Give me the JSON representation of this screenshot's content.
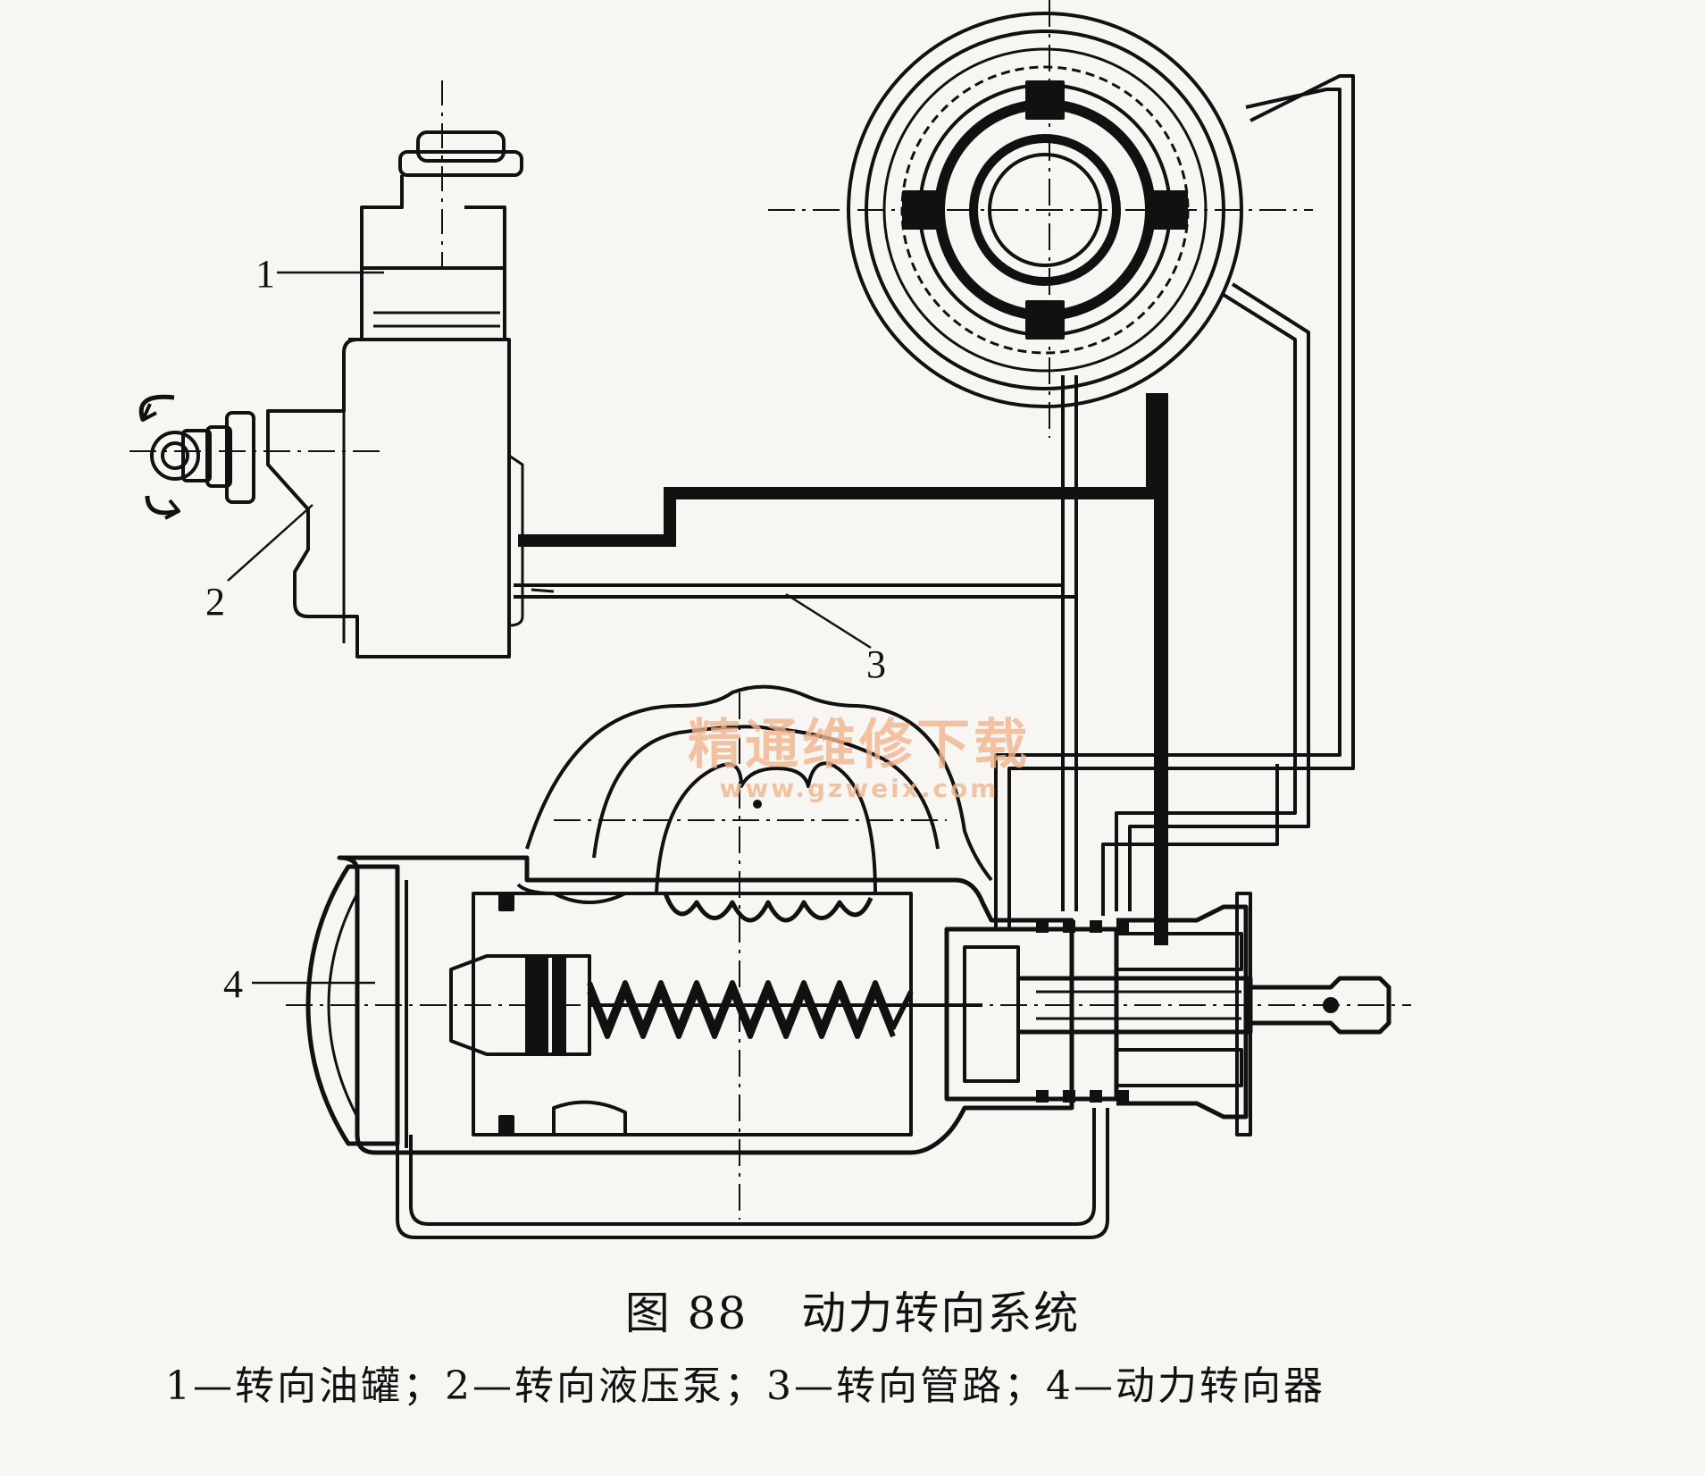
{
  "figure": {
    "number": "图 88",
    "title": "动力转向系统",
    "legend": "1—转向油罐；2—转向液压泵；3—转向管路；4—动力转向器"
  },
  "callouts": [
    {
      "id": "1",
      "text": "1"
    },
    {
      "id": "2",
      "text": "2"
    },
    {
      "id": "3",
      "text": "3"
    },
    {
      "id": "4",
      "text": "4"
    }
  ],
  "watermark": {
    "main": "精通维修下载",
    "sub": "www.gzweix.com"
  }
}
